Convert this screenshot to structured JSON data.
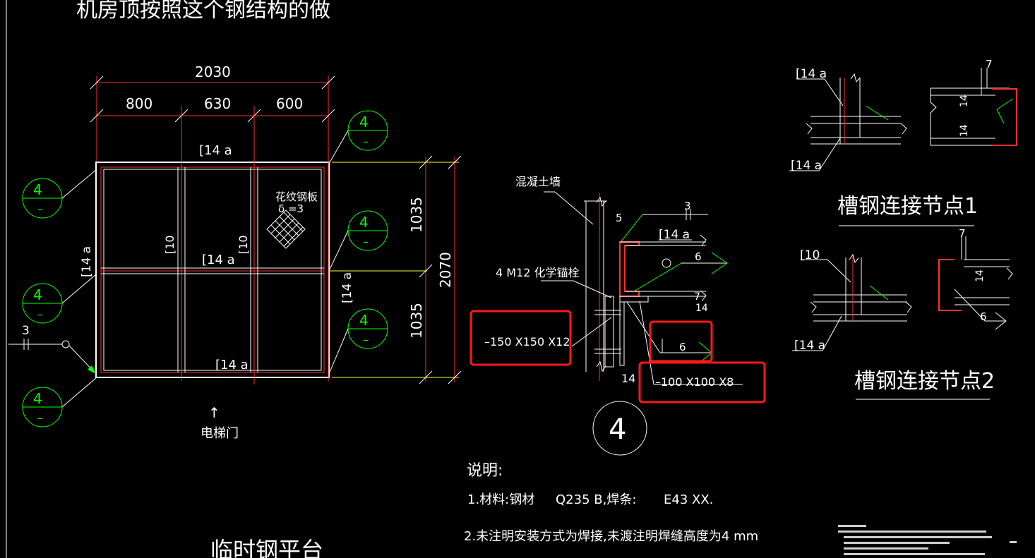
{
  "header": {
    "title": "机房顶按照这个钢结构的做"
  },
  "plan": {
    "dims_top": {
      "total": "2030",
      "a": "800",
      "b": "630",
      "c": "600"
    },
    "dims_right": {
      "upper": "1035",
      "total": "2070",
      "lower": "1035"
    },
    "labels": {
      "top_beam": "[14 a",
      "mid_beam": "[14 a",
      "bottom_beam": "[14 a",
      "left_beam": "[14 a",
      "right_beam": "[14 a",
      "col_left": "[10",
      "col_right": "[10",
      "plate_name": "花纹钢板",
      "plate_thk": "δ =3",
      "weld_left": "3",
      "door_arrow": "↑",
      "door": "电梯门"
    },
    "section_marks": {
      "number": "4",
      "sub": "–"
    }
  },
  "section": {
    "wall": "混凝土墙",
    "anchor": "4 M12 化学锚栓",
    "plate1": "–150 X150 X12",
    "plate2": "–100 X100 X8",
    "channel": "[14 a",
    "weld_top": "3",
    "dim_5": "5",
    "weld_6a": "6",
    "weld_6b": "6",
    "dim_14a": "14",
    "dim_14b": "14",
    "dim_7": "7",
    "detail_no": "4"
  },
  "nodes": {
    "node1": {
      "label_top": "[14 a",
      "label_bottom": "[14 a",
      "dim7": "7",
      "dim14a": "14",
      "dim14b": "14",
      "title": "槽钢连接节点1"
    },
    "node2": {
      "label_top": "[10",
      "label_bottom": "[14 a",
      "dim7": "7",
      "dim14": "14",
      "weld": "6",
      "title": "槽钢连接节点2"
    }
  },
  "notes": {
    "heading": "说明:",
    "line1_a": "1.材料:钢材",
    "line1_b": "Q235 B,焊条:",
    "line1_c": "E43 XX.",
    "line2": "2.未注明安装方式为焊接,未渡注明焊缝高度为4 mm",
    "bottom_title": "临时钢平台"
  },
  "highlight_color": "#ff1a1a",
  "weld_color": "#00ff00"
}
